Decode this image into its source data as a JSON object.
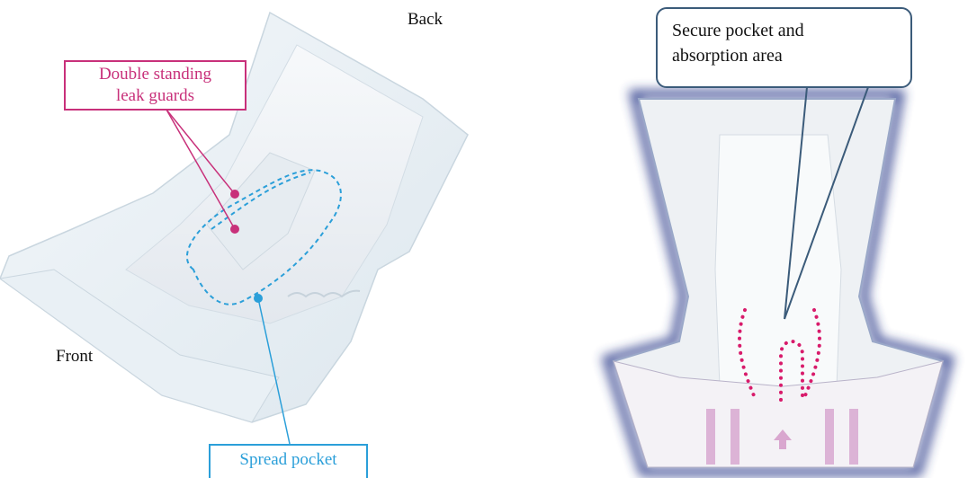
{
  "left_panel": {
    "back_label": "Back",
    "front_label": "Front",
    "leak_guards_label_line1": "Double standing",
    "leak_guards_label_line2": "leak guards",
    "spread_pocket_label": "Spread pocket",
    "colors": {
      "leak_guards": "#c8307a",
      "spread_pocket": "#2b9fd9"
    }
  },
  "right_panel": {
    "secure_pocket_label_line1": "Secure pocket and",
    "secure_pocket_label_line2": "absorption area",
    "colors": {
      "callout_border": "#3b5b7a",
      "dots": "#d81b6b",
      "glow": "#2a3a8a"
    }
  }
}
